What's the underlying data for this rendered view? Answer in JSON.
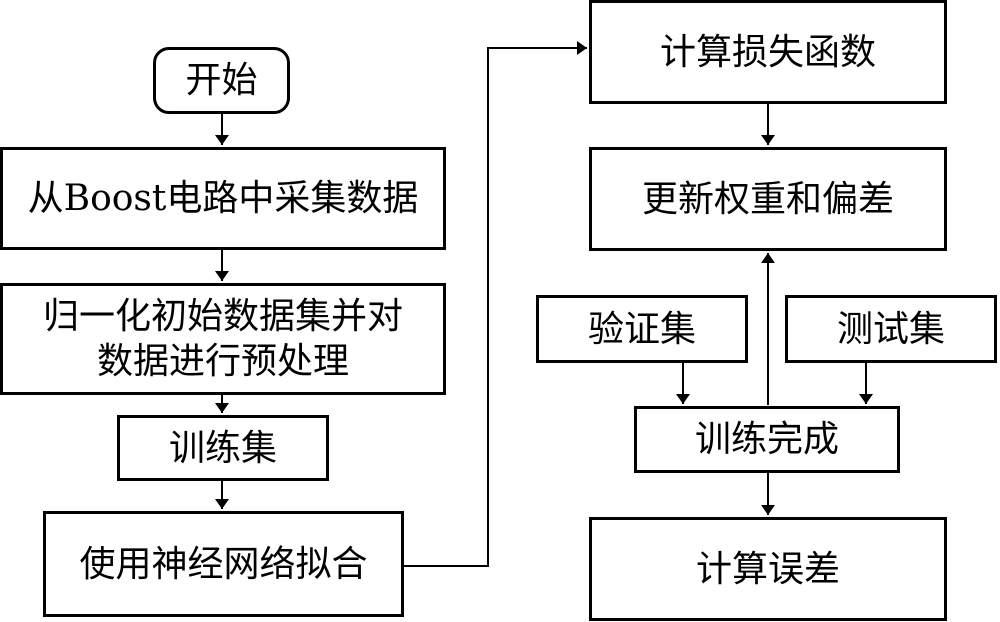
{
  "nodes": {
    "start": "开始",
    "collect": "从Boost电路中采集数据",
    "normalize_line1": "归一化初始数据集并对",
    "normalize_line2": "数据进行预处理",
    "train_set": "训练集",
    "fit": "使用神经网络拟合",
    "loss": "计算损失函数",
    "update": "更新权重和偏差",
    "val_set": "验证集",
    "test_set": "测试集",
    "train_done": "训练完成",
    "compute_error": "计算误差"
  }
}
